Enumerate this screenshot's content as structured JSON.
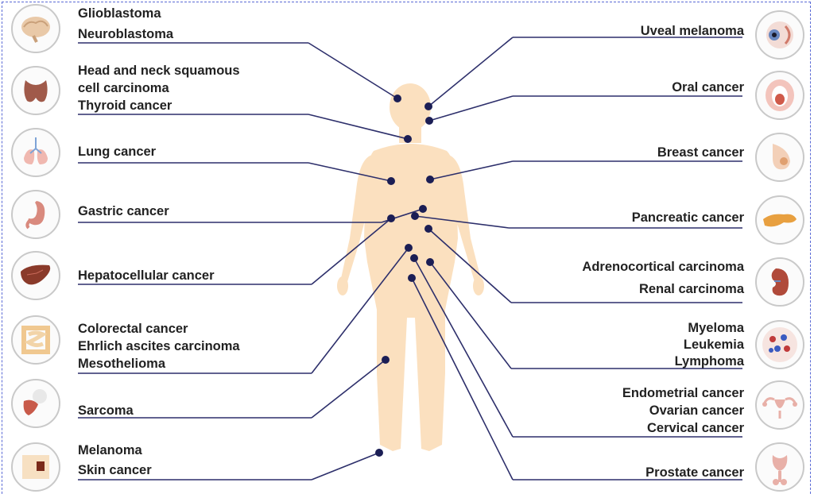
{
  "diagram": {
    "left_groups": [
      {
        "id": "brain",
        "icon": "brain-icon",
        "labels": [
          "Glioblastoma",
          "Neuroblastoma"
        ]
      },
      {
        "id": "thyroid",
        "icon": "thyroid-icon",
        "labels": [
          "Head and neck squamous",
          "cell carcinoma",
          "Thyroid cancer"
        ]
      },
      {
        "id": "lung",
        "icon": "lungs-icon",
        "labels": [
          "Lung cancer"
        ]
      },
      {
        "id": "stomach",
        "icon": "stomach-icon",
        "labels": [
          "Gastric cancer"
        ]
      },
      {
        "id": "liver",
        "icon": "liver-icon",
        "labels": [
          "Hepatocellular cancer"
        ]
      },
      {
        "id": "intestine",
        "icon": "intestine-icon",
        "labels": [
          "Colorectal cancer",
          "Ehrlich ascites carcinoma",
          "Mesothelioma"
        ]
      },
      {
        "id": "bone",
        "icon": "bone-joint-icon",
        "labels": [
          "Sarcoma"
        ]
      },
      {
        "id": "skin",
        "icon": "skin-icon",
        "labels": [
          "Melanoma",
          "Skin cancer"
        ]
      }
    ],
    "right_groups": [
      {
        "id": "eye",
        "icon": "eye-icon",
        "labels": [
          "Uveal melanoma"
        ]
      },
      {
        "id": "mouth",
        "icon": "mouth-icon",
        "labels": [
          "Oral cancer"
        ]
      },
      {
        "id": "breast",
        "icon": "breast-icon",
        "labels": [
          "Breast cancer"
        ]
      },
      {
        "id": "pancreas",
        "icon": "pancreas-icon",
        "labels": [
          "Pancreatic cancer"
        ]
      },
      {
        "id": "kidney",
        "icon": "kidney-icon",
        "labels": [
          "Adrenocortical carcinoma",
          "Renal carcinoma"
        ]
      },
      {
        "id": "blood",
        "icon": "blood-cells-icon",
        "labels": [
          "Myeloma",
          "Leukemia",
          "Lymphoma"
        ]
      },
      {
        "id": "uterus",
        "icon": "uterus-icon",
        "labels": [
          "Endometrial cancer",
          "Ovarian cancer",
          "Cervical cancer"
        ]
      },
      {
        "id": "prostate",
        "icon": "prostate-icon",
        "labels": [
          "Prostate cancer"
        ]
      }
    ],
    "colors": {
      "line": "#2d2f6b",
      "dot": "#1b1e55",
      "body": "#fbe0bf",
      "text": "#222222"
    }
  }
}
